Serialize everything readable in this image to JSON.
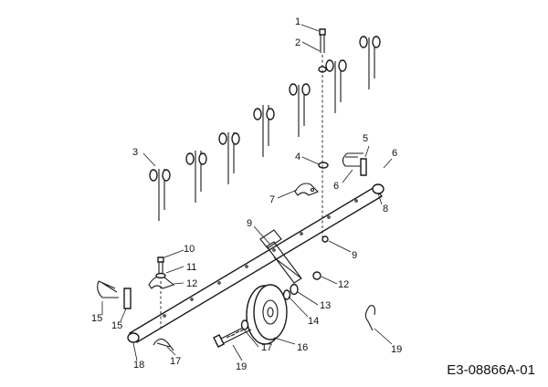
{
  "diagram": {
    "reference_code": "E3-08866A-01",
    "callouts": [
      "1",
      "2",
      "3",
      "4",
      "5",
      "6",
      "6",
      "7",
      "8",
      "9",
      "9",
      "10",
      "11",
      "12",
      "12",
      "13",
      "14",
      "15",
      "15",
      "16",
      "17",
      "17",
      "18",
      "19",
      "19"
    ]
  }
}
